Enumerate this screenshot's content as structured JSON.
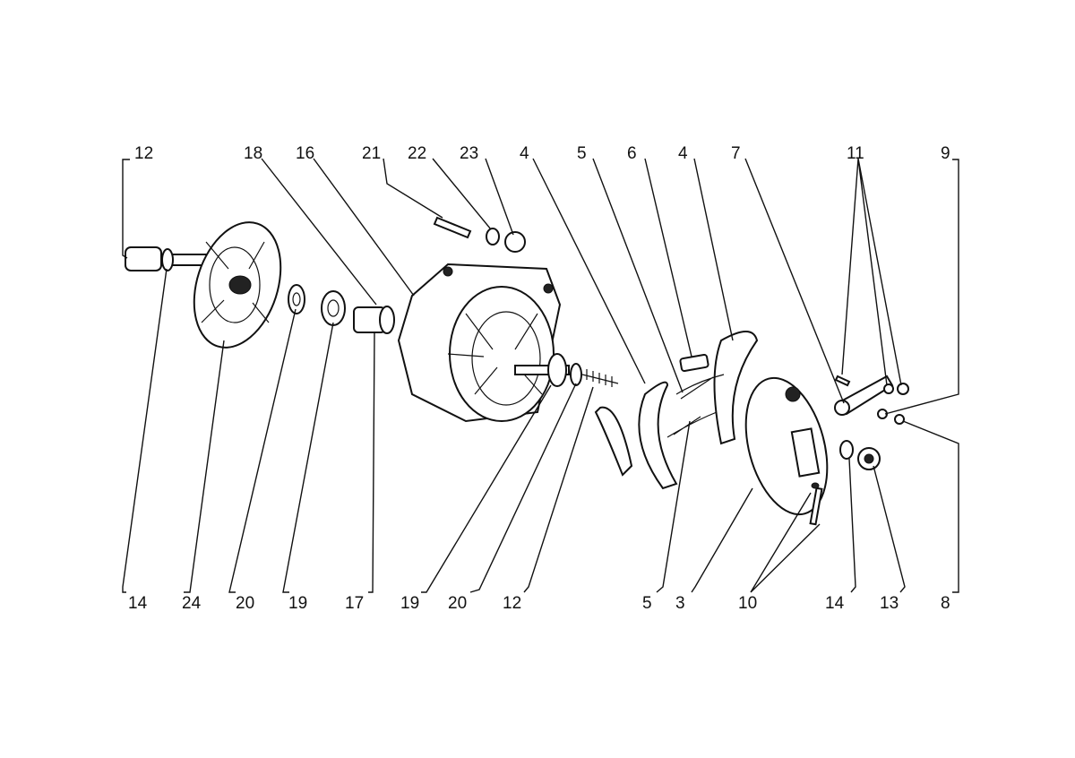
{
  "diagram": {
    "type": "exploded-parts-view",
    "top_labels": [
      "12",
      "18",
      "16",
      "21",
      "22",
      "23",
      "4",
      "5",
      "6",
      "4",
      "7",
      "11",
      "9"
    ],
    "bottom_labels": [
      "14",
      "24",
      "20",
      "19",
      "17",
      "19",
      "20",
      "12",
      "5",
      "3",
      "10",
      "14",
      "13",
      "8"
    ]
  }
}
